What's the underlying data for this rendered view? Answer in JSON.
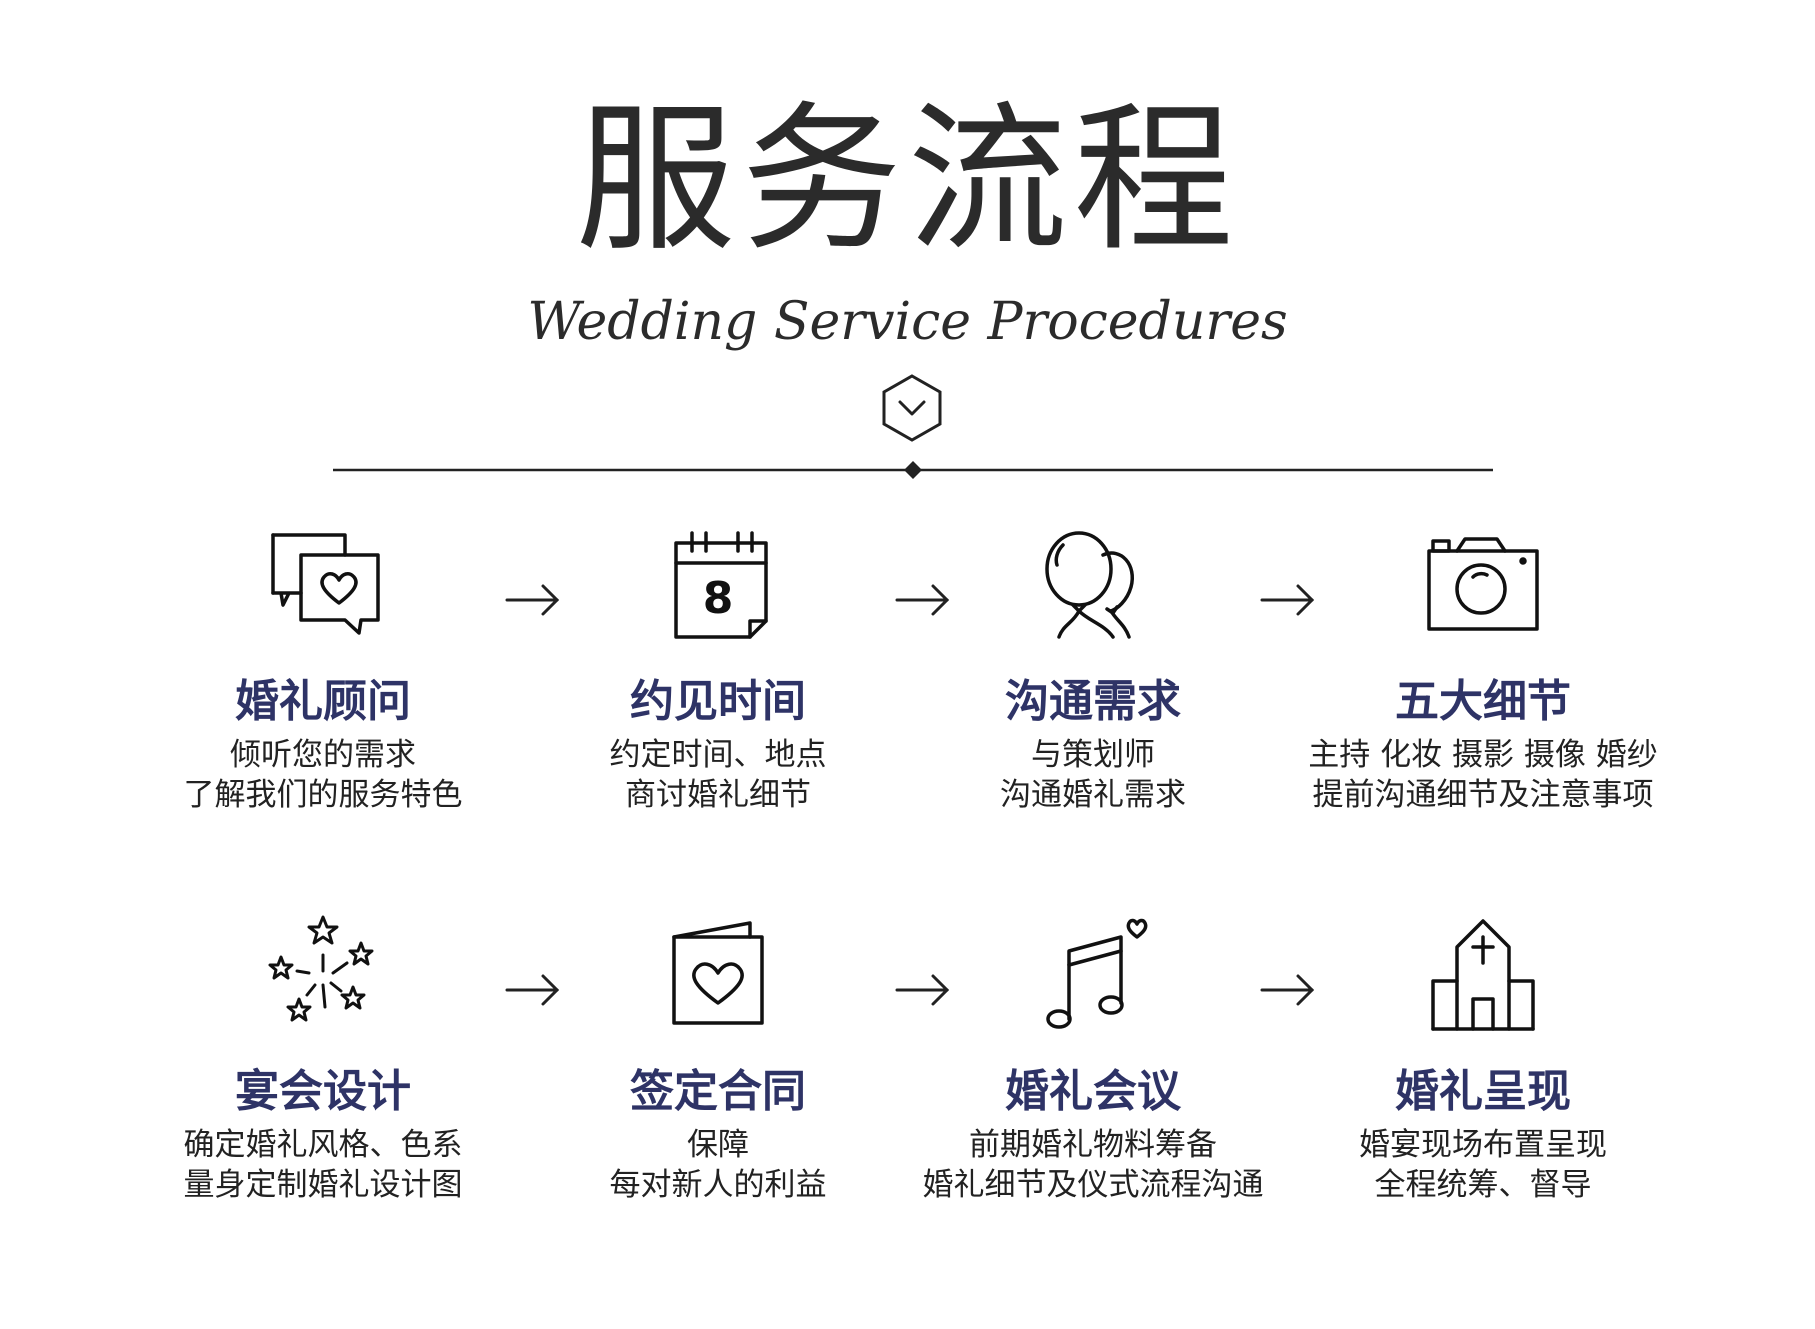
{
  "header": {
    "title": "服务流程",
    "subtitle": "Wedding Service Procedures"
  },
  "icons": {
    "header": "chevron-down-hex-icon",
    "step_icons": [
      "chat-heart-icon",
      "calendar-icon",
      "balloons-icon",
      "camera-icon",
      "fireworks-icon",
      "heart-card-icon",
      "music-note-icon",
      "church-icon"
    ]
  },
  "colors": {
    "title_text": "#2b2b2b",
    "step_title": "#2e3366",
    "line": "#222222"
  },
  "steps": [
    {
      "title": "婚礼顾问",
      "line1": "倾听您的需求",
      "line2": "了解我们的服务特色"
    },
    {
      "title": "约见时间",
      "line1": "约定时间、地点",
      "line2": "商讨婚礼细节"
    },
    {
      "title": "沟通需求",
      "line1": "与策划师",
      "line2": "沟通婚礼需求"
    },
    {
      "title": "五大细节",
      "line1": "主持  化妆  摄影  摄像  婚纱",
      "line2": "提前沟通细节及注意事项"
    },
    {
      "title": "宴会设计",
      "line1": "确定婚礼风格、色系",
      "line2": "量身定制婚礼设计图"
    },
    {
      "title": "签定合同",
      "line1": "保障",
      "line2": "每对新人的利益"
    },
    {
      "title": "婚礼会议",
      "line1": "前期婚礼物料筹备",
      "line2": "婚礼细节及仪式流程沟通"
    },
    {
      "title": "婚礼呈现",
      "line1": "婚宴现场布置呈现",
      "line2": "全程统筹、督导"
    }
  ],
  "calendar_day": "8"
}
